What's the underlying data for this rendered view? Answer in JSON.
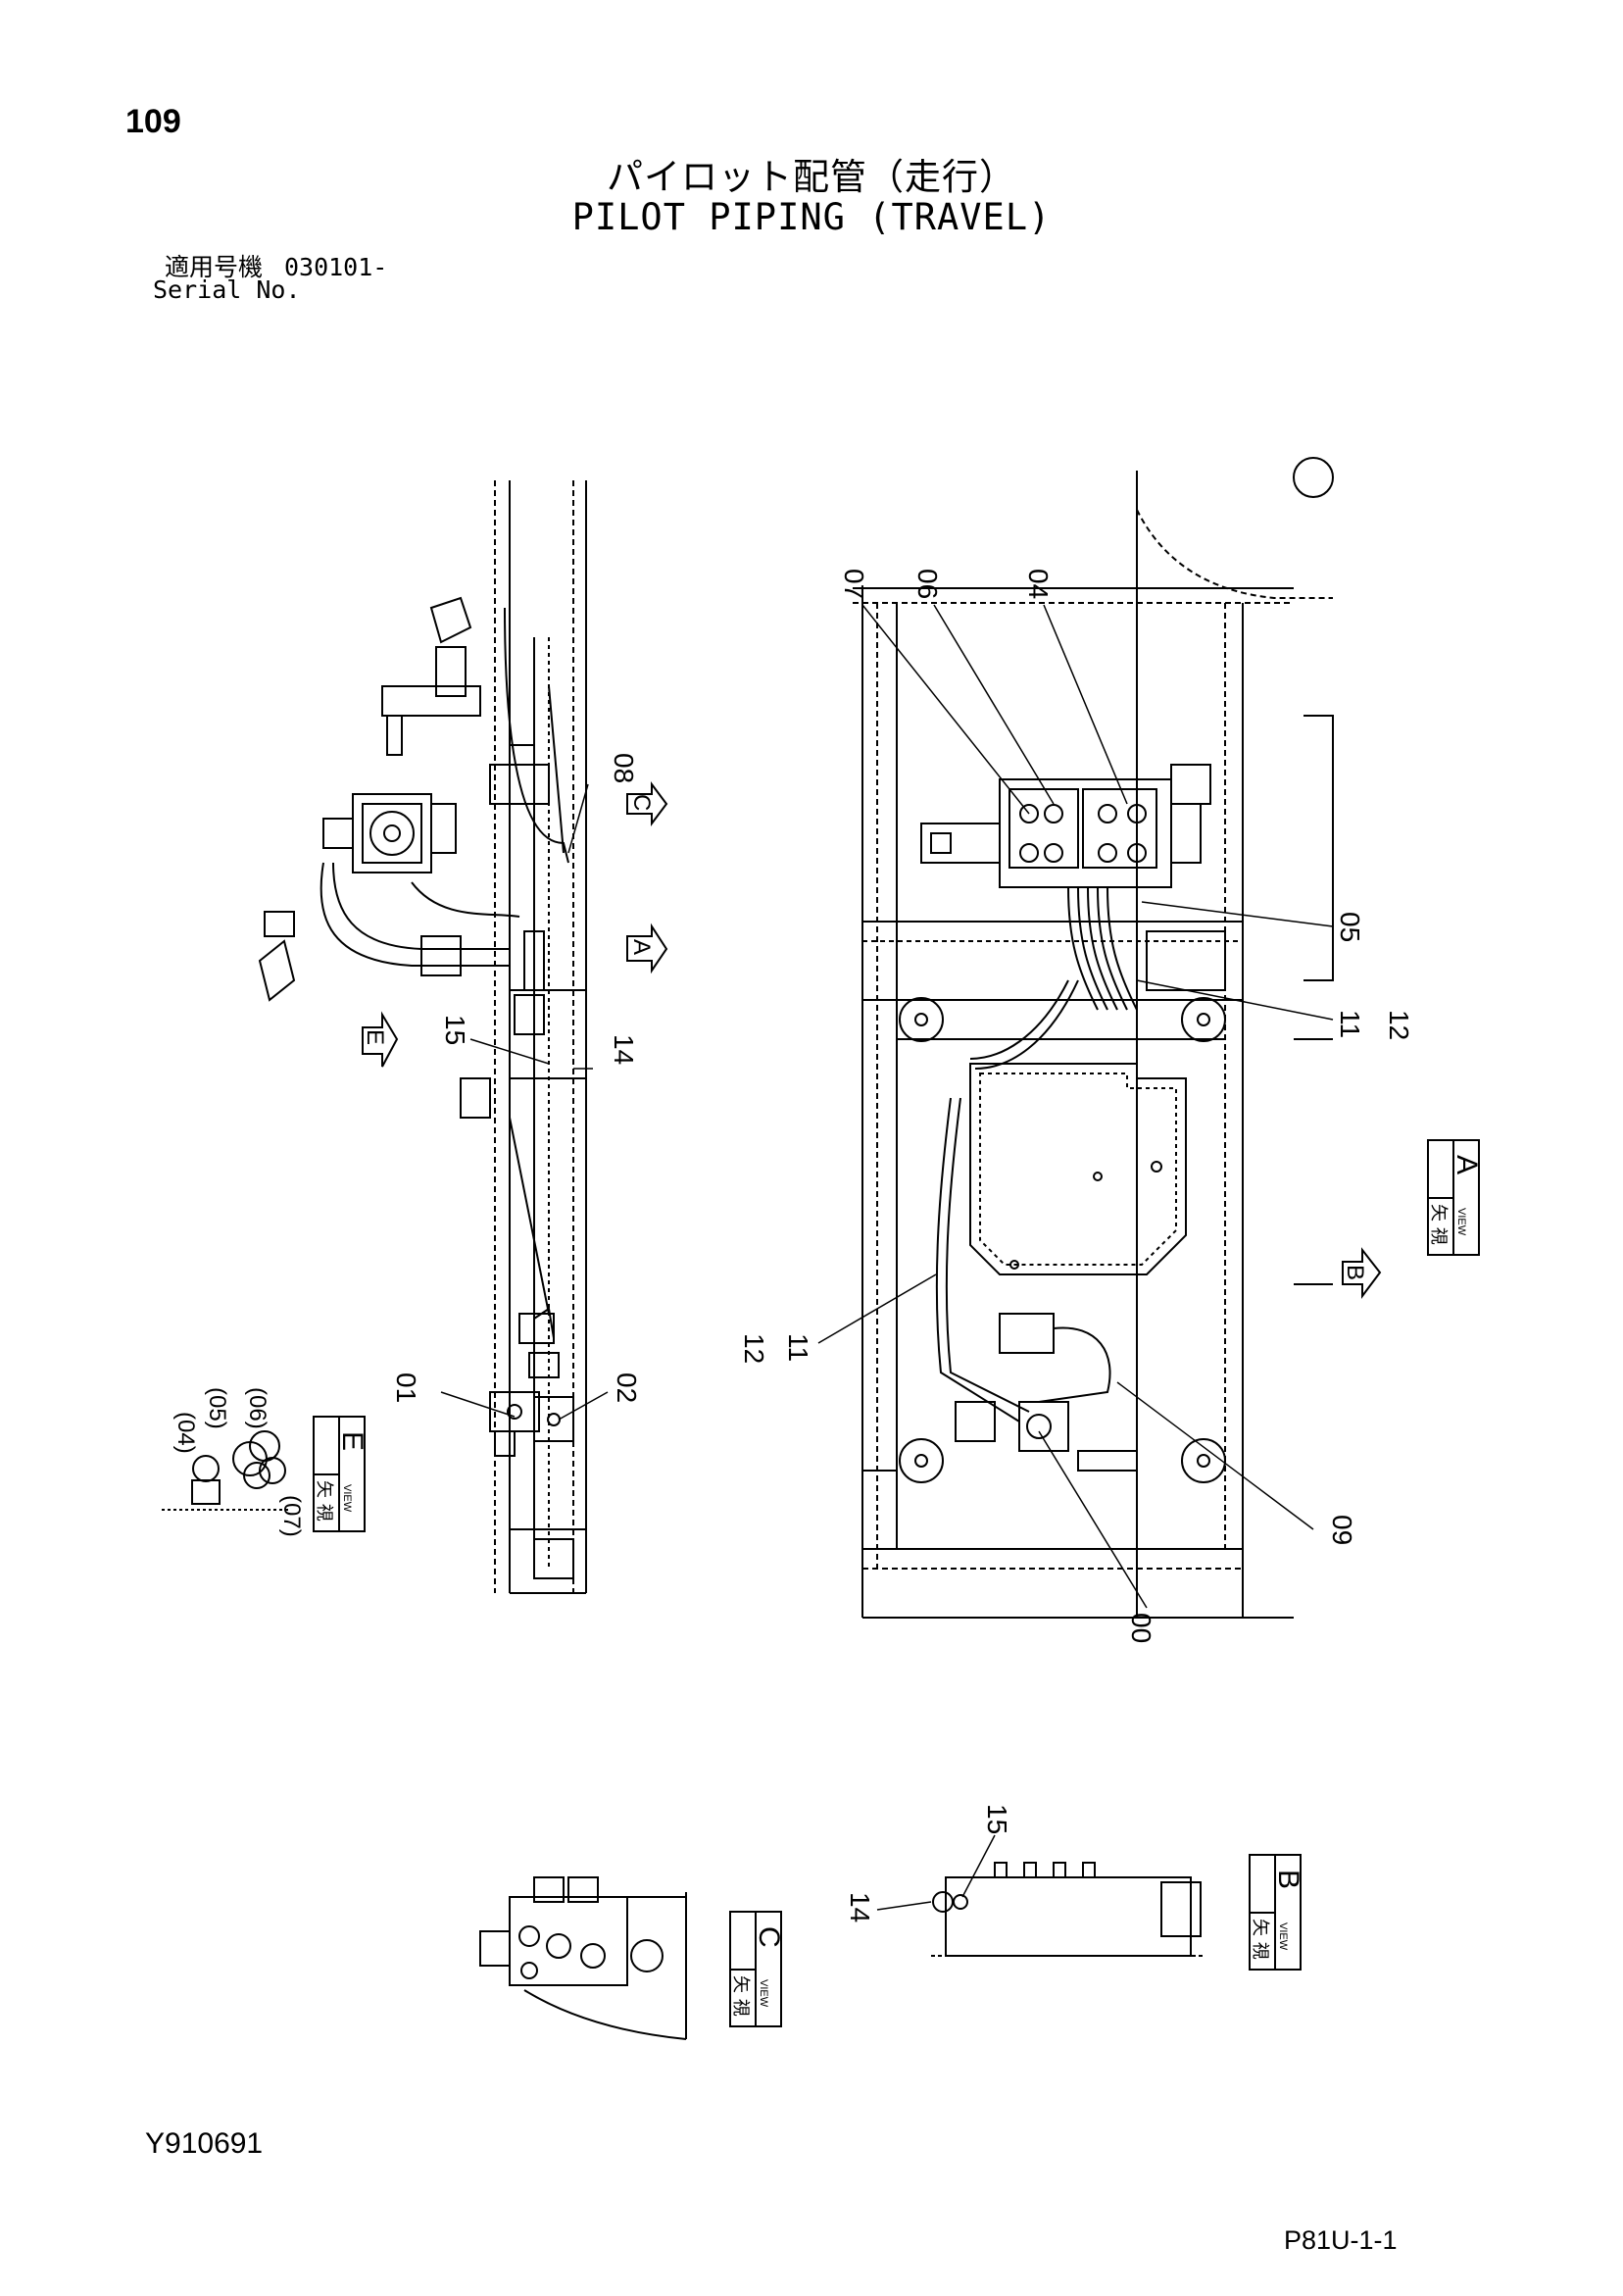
{
  "header": {
    "page_number": "109",
    "title_jp": "パイロット配管（走行）",
    "title_en": "PILOT PIPING (TRAVEL)",
    "serial_label_jp": "適用号機",
    "serial_value": "030101-",
    "serial_label_en": "Serial No."
  },
  "footer": {
    "document_id": "Y910691",
    "page_ref": "P81U-1-1"
  },
  "callouts": {
    "c00": "00",
    "c01": "01",
    "c02": "02",
    "c04": "04",
    "c05": "05",
    "c06": "06",
    "c07": "07",
    "c08": "08",
    "c09": "09",
    "c11a": "11",
    "c12a": "12",
    "c11b": "11",
    "c12b": "12",
    "c14a": "14",
    "c15a": "15",
    "c14b": "14",
    "c15b": "15",
    "e04": "(04)",
    "e05": "(05)",
    "e06": "(06)",
    "e07": "(07)"
  },
  "views": {
    "a": {
      "letter": "A",
      "jp": "矢 視",
      "en": "VIEW"
    },
    "b": {
      "letter": "B",
      "jp": "矢 視",
      "en": "VIEW"
    },
    "c": {
      "letter": "C",
      "jp": "矢 視",
      "en": "VIEW"
    },
    "e": {
      "letter": "E",
      "jp": "矢 視",
      "en": "VIEW"
    }
  },
  "view_arrows": {
    "a": "A",
    "b": "B",
    "c": "C",
    "e": "E"
  }
}
